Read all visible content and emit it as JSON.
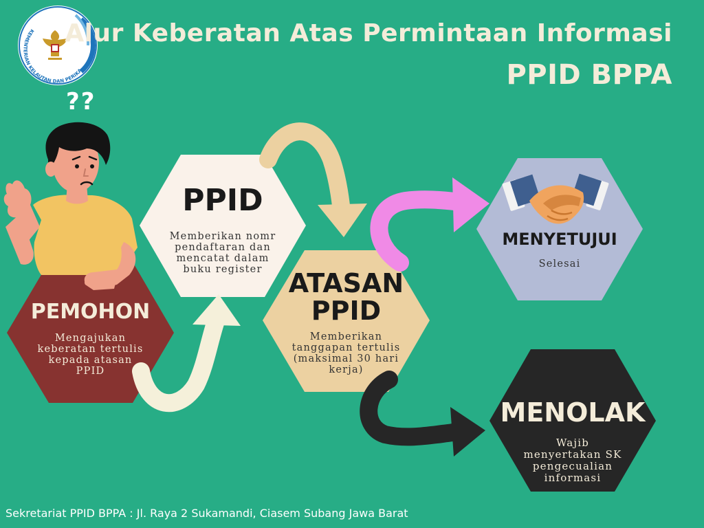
{
  "header": {
    "title": "Alur Keberatan Atas Permintaan Informasi",
    "subtitle": "PPID BPPA"
  },
  "logo": {
    "ring_text": "KEMENTERIAN KELAUTAN DAN PERIKANAN",
    "icon": "garuda-emblem-icon"
  },
  "person": {
    "question_marks": "??",
    "icon": "confused-person-illustration"
  },
  "nodes": {
    "pemohon": {
      "title": "PEMOHON",
      "desc": [
        "Mengajukan",
        "keberatan tertulis",
        "kepada atasan",
        "PPID"
      ],
      "color": "#873330"
    },
    "ppid": {
      "title": "PPID",
      "desc": [
        "Memberikan nomr",
        "pendaftaran dan",
        "mencatat dalam",
        "buku register"
      ],
      "color": "#faf2ea"
    },
    "atasan": {
      "title_lines": [
        "ATASAN",
        "PPID"
      ],
      "desc": [
        "Memberikan",
        "tanggapan tertulis",
        "(maksimal 30 hari",
        "kerja)"
      ],
      "color": "#ecd1a1"
    },
    "menyetujui": {
      "title": "MENYETUJUI",
      "desc": "Selesai",
      "icon": "handshake-icon",
      "color": "#b3bbd6"
    },
    "menolak": {
      "title": "MENOLAK",
      "desc": [
        "Wajib",
        "menyertakan SK",
        "pengecualian",
        "informasi"
      ],
      "color": "#262626"
    }
  },
  "arrows": {
    "pemohon_to_ppid": "#f5f0da",
    "ppid_to_atasan": "#ecd1a1",
    "atasan_to_menyetujui": "#f08ae6",
    "atasan_to_menolak": "#262626"
  },
  "footer": {
    "text": "Sekretariat PPID BPPA : Jl. Raya 2 Sukamandi, Ciasem Subang Jawa Barat"
  }
}
